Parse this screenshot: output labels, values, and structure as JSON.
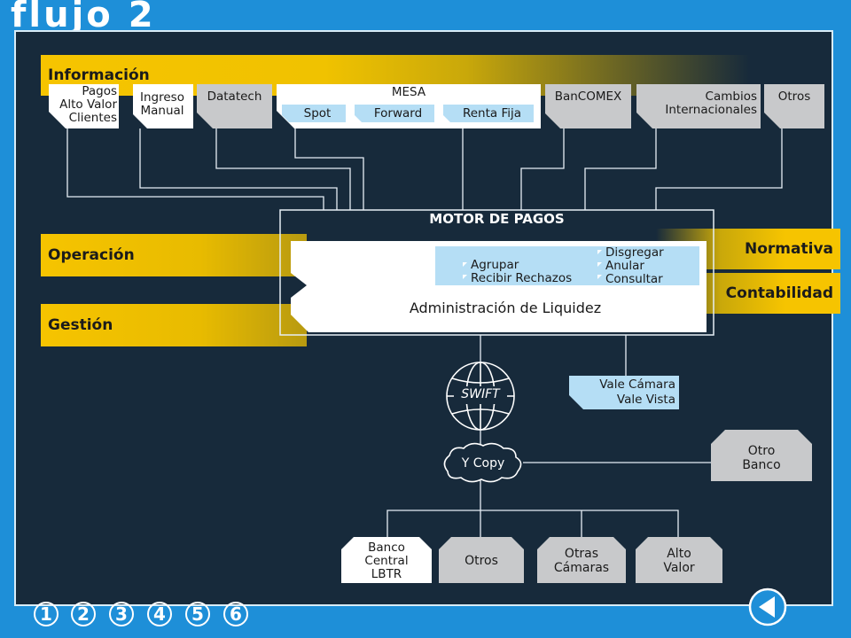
{
  "title": "flujo 2",
  "bands": {
    "informacion": "Información",
    "operacion": "Operación",
    "gestion": "Gestión",
    "normativa": "Normativa",
    "contabilidad": "Contabilidad"
  },
  "sources": {
    "pagos": [
      "Pagos",
      "Alto Valor",
      "Clientes"
    ],
    "ingreso": [
      "Ingreso",
      "Manual"
    ],
    "datatech": "Datatech",
    "mesa": "MESA",
    "mesa_items": [
      "Spot",
      "Forward",
      "Renta Fija"
    ],
    "bancomex": "BanCOMEX",
    "cambios": [
      "Cambios",
      "Internacionales"
    ],
    "otros": "Otros"
  },
  "motor": {
    "title": "MOTOR DE PAGOS",
    "functions_left": [
      "Agrupar",
      "Recibir Rechazos"
    ],
    "functions_right": [
      "Disgregar",
      "Anular",
      "Consultar"
    ],
    "liquidez": "Administración de Liquidez"
  },
  "swift": "SWIFT",
  "ycopy": "Y Copy",
  "vale": [
    "Vale Cámara",
    "Vale Vista"
  ],
  "otro_banco": [
    "Otro",
    "Banco"
  ],
  "destinations": {
    "banco_central": [
      "Banco",
      "Central",
      "LBTR"
    ],
    "otros": "Otros",
    "otras_camaras": [
      "Otras",
      "Cámaras"
    ],
    "alto_valor": [
      "Alto",
      "Valor"
    ]
  },
  "nav": [
    "1",
    "2",
    "3",
    "4",
    "5",
    "6"
  ],
  "colors": {
    "background": "#1e8fd8",
    "panel": "#172a3b",
    "band_gold": "#f2c200",
    "light_blue": "#b5def5",
    "grey": "#c8c9cb"
  }
}
